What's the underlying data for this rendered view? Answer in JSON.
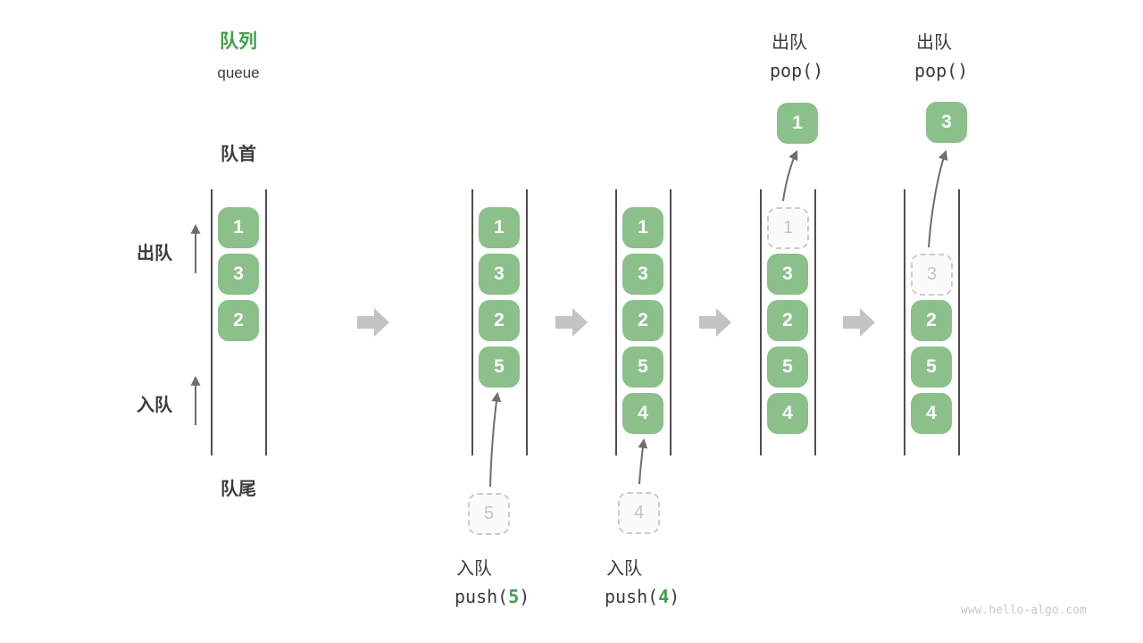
{
  "title": {
    "zh": "队列",
    "en": "queue"
  },
  "side_labels": {
    "front": "队首",
    "rear": "队尾",
    "dequeue": "出队",
    "enqueue": "入队"
  },
  "columns": [
    {
      "name": "initial-state",
      "cells": [
        {
          "value": "1",
          "state": "filled"
        },
        {
          "value": "3",
          "state": "filled"
        },
        {
          "value": "2",
          "state": "filled"
        }
      ]
    },
    {
      "name": "after-push-5",
      "cells": [
        {
          "value": "1",
          "state": "filled"
        },
        {
          "value": "3",
          "state": "filled"
        },
        {
          "value": "2",
          "state": "filled"
        },
        {
          "value": "5",
          "state": "filled"
        }
      ],
      "pending": {
        "value": "5"
      },
      "op": {
        "label": "入队",
        "code_before": "push(",
        "code_arg": "5",
        "code_after": ")"
      }
    },
    {
      "name": "after-push-4",
      "cells": [
        {
          "value": "1",
          "state": "filled"
        },
        {
          "value": "3",
          "state": "filled"
        },
        {
          "value": "2",
          "state": "filled"
        },
        {
          "value": "5",
          "state": "filled"
        },
        {
          "value": "4",
          "state": "filled"
        }
      ],
      "pending": {
        "value": "4"
      },
      "op": {
        "label": "入队",
        "code_before": "push(",
        "code_arg": "4",
        "code_after": ")"
      }
    },
    {
      "name": "after-pop-1",
      "cells": [
        {
          "value": "1",
          "state": "ghost"
        },
        {
          "value": "3",
          "state": "filled"
        },
        {
          "value": "2",
          "state": "filled"
        },
        {
          "value": "5",
          "state": "filled"
        },
        {
          "value": "4",
          "state": "filled"
        }
      ],
      "popped": {
        "value": "1"
      },
      "op": {
        "label": "出队",
        "code": "pop()"
      }
    },
    {
      "name": "after-pop-3",
      "cells": [
        {
          "value": "3",
          "state": "ghost"
        },
        {
          "value": "2",
          "state": "filled"
        },
        {
          "value": "5",
          "state": "filled"
        },
        {
          "value": "4",
          "state": "filled"
        }
      ],
      "popped": {
        "value": "3"
      },
      "op": {
        "label": "出队",
        "code": "pop()"
      }
    }
  ],
  "watermark": "www.hello-algo.com",
  "colors": {
    "box_green": "#8BC08A",
    "accent_green": "#43A047",
    "text_dark": "#3C3C3C",
    "rail_gray": "#4E4E4E",
    "ghost_gray": "#C4C4C4",
    "dashed_border_gray": "#CBCBCB",
    "block_arrow_gray": "#C3C3C3",
    "thin_arrow_gray": "#6E6E6E"
  }
}
